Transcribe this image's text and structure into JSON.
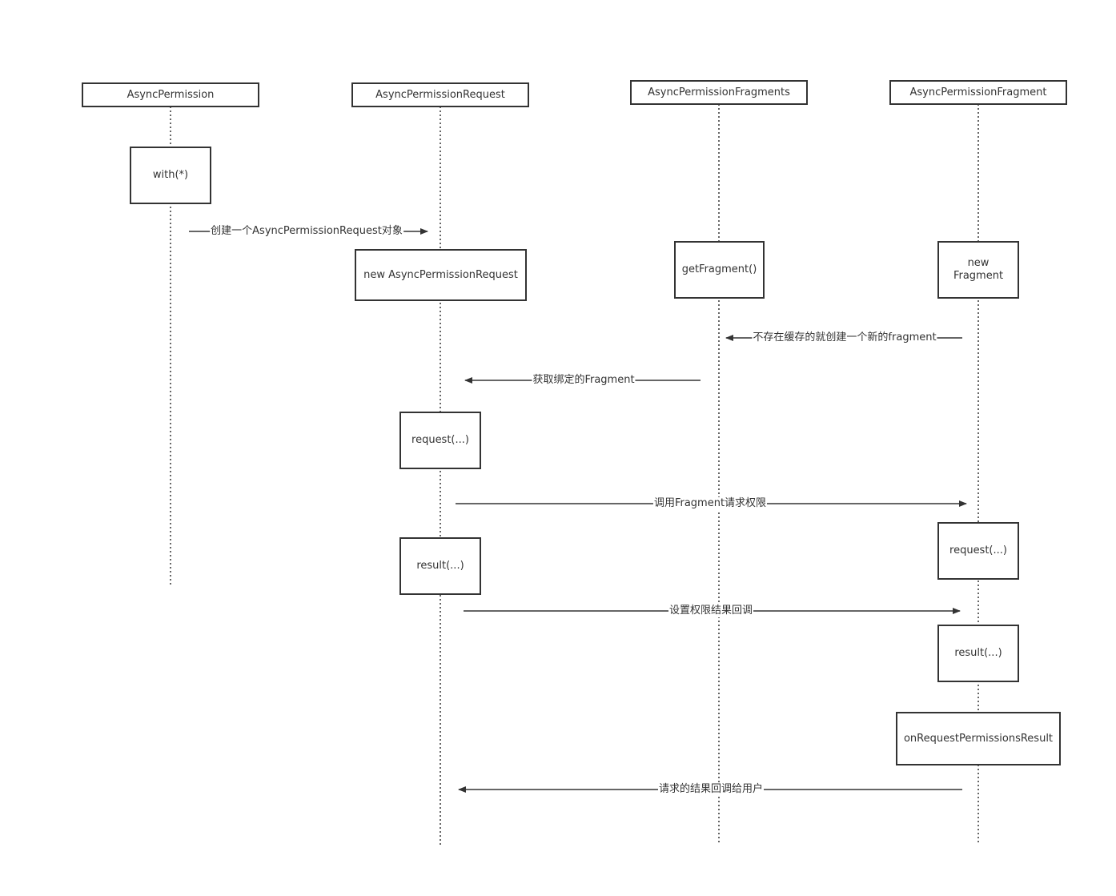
{
  "participants": [
    {
      "id": "p1",
      "label": "AsyncPermission"
    },
    {
      "id": "p2",
      "label": "AsyncPermissionRequest"
    },
    {
      "id": "p3",
      "label": "AsyncPermissionFragments"
    },
    {
      "id": "p4",
      "label": "AsyncPermissionFragment"
    }
  ],
  "activations": [
    {
      "id": "a1",
      "label": "with(*)"
    },
    {
      "id": "a2",
      "label": "new AsyncPermissionRequest"
    },
    {
      "id": "a3",
      "label": "getFragment()"
    },
    {
      "id": "a4",
      "label_line1": "new",
      "label_line2": "Fragment"
    },
    {
      "id": "a5",
      "label": "request(...)"
    },
    {
      "id": "a6",
      "label": "result(...)"
    },
    {
      "id": "a7",
      "label": "request(...)"
    },
    {
      "id": "a8",
      "label": "result(...)"
    },
    {
      "id": "a9",
      "label": "onRequestPermissionsResult"
    }
  ],
  "messages": [
    {
      "id": "m1",
      "label": "创建一个AsyncPermissionRequest对象"
    },
    {
      "id": "m2",
      "label": "不存在缓存的就创建一个新的fragment"
    },
    {
      "id": "m3",
      "label": "获取绑定的Fragment"
    },
    {
      "id": "m4",
      "label": "调用Fragment请求权限"
    },
    {
      "id": "m5",
      "label": "设置权限结果回调"
    },
    {
      "id": "m6",
      "label": "请求的结果回调给用户"
    }
  ]
}
